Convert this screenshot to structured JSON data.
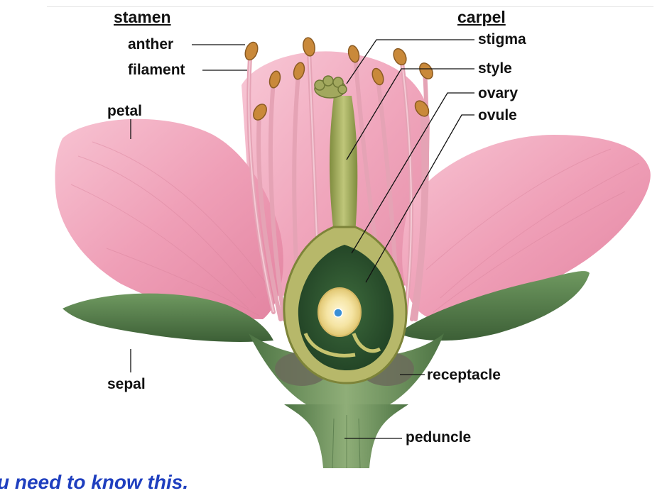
{
  "diagram": {
    "headers": {
      "stamen": "stamen",
      "carpel": "carpel"
    },
    "labels": {
      "anther": "anther",
      "filament": "filament",
      "petal": "petal",
      "sepal": "sepal",
      "stigma": "stigma",
      "style": "style",
      "ovary": "ovary",
      "ovule": "ovule",
      "receptacle": "receptacle",
      "peduncle": "peduncle"
    },
    "footer_note": "u need to know this."
  },
  "colors": {
    "petal": "#f2a7bd",
    "sepal": "#4f7a45",
    "carpel": "#9aa85a",
    "anther": "#c9893a",
    "footer_text": "#1f3fbf"
  }
}
